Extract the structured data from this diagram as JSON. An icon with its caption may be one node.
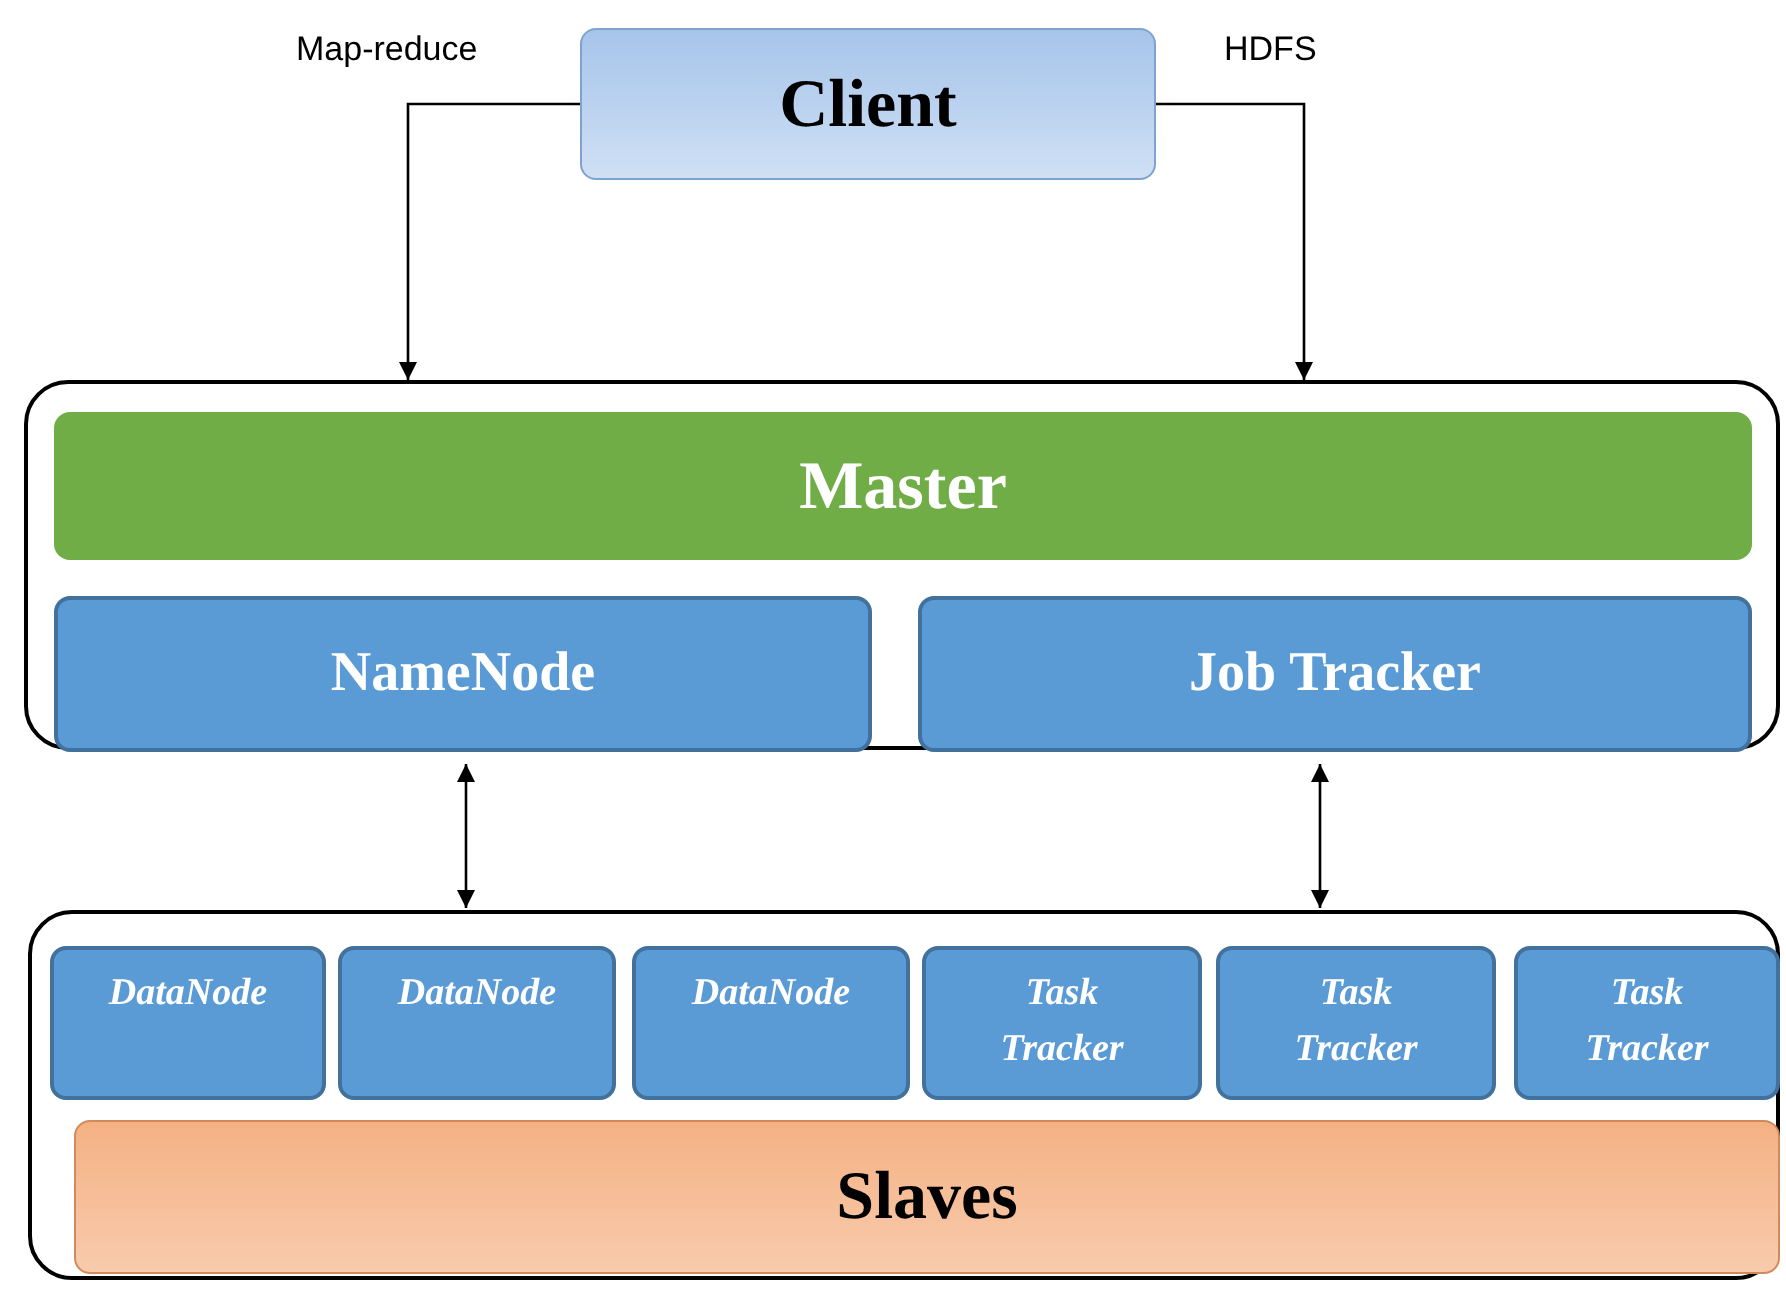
{
  "diagram": {
    "nodes": [
      {
        "text": [
          "Client"
        ]
      },
      {
        "text": [],
        "shape": "box"
      },
      {
        "text": [
          "Master"
        ],
        "in": 1
      },
      {
        "text": [
          "NameNode"
        ],
        "in": 1
      },
      {
        "text": [
          "Job Tracker"
        ],
        "in": 1
      },
      {
        "text": [],
        "shape": "box"
      },
      {
        "text": [
          "DataNode"
        ],
        "in": 5
      },
      {
        "text": [
          "DataNode"
        ],
        "in": 5
      },
      {
        "text": [
          "DataNode"
        ],
        "in": 5
      },
      {
        "text": [
          "Task Tracker"
        ],
        "in": 5
      },
      {
        "text": [
          "Task Tracker"
        ],
        "in": 5
      },
      {
        "text": [
          "Task Tracker"
        ],
        "in": 5
      },
      {
        "text": [
          "Slaves"
        ],
        "in": 5
      }
    ],
    "edges": [
      {
        "from": 0,
        "to": 1,
        "arrow": "to",
        "label": "Map-reduce"
      },
      {
        "from": 0,
        "to": 1,
        "arrow": "to",
        "label": "HDFS"
      },
      {
        "from": 3,
        "to": 5,
        "arrow": "both"
      },
      {
        "from": 4,
        "to": 5,
        "arrow": "both"
      }
    ]
  }
}
